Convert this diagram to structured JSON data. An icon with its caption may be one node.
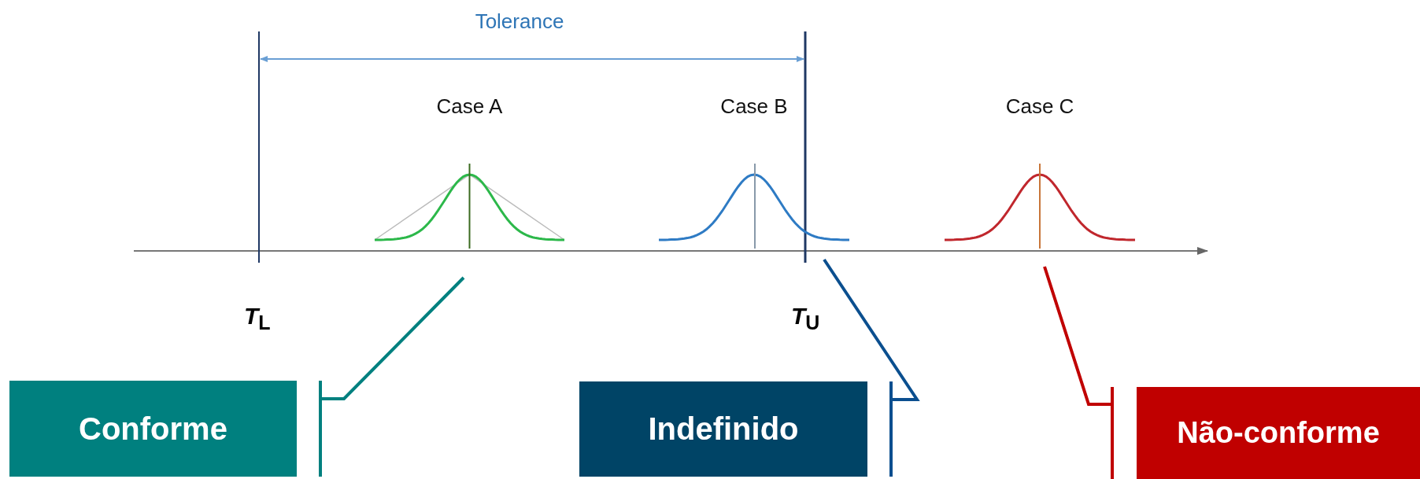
{
  "diagram": {
    "nodes": [
      {
        "text": [
          "Case A"
        ]
      },
      {
        "text": [
          "Case B"
        ]
      },
      {
        "text": [
          "Case C"
        ]
      },
      {
        "text": [
          "Conforme"
        ]
      },
      {
        "text": [
          "Indefinido"
        ]
      },
      {
        "text": [
          "Não-conforme"
        ]
      }
    ],
    "edges": [
      {
        "from": 3,
        "to": 0,
        "arrow": "none",
        "color": "#00807f"
      },
      {
        "from": 4,
        "to": 1,
        "arrow": "none",
        "color": "#0b4f8f"
      },
      {
        "from": 5,
        "to": 2,
        "arrow": "none",
        "color": "#c00000"
      }
    ],
    "labels": [
      "Tolerance",
      "*T*$_{L}$",
      "*T*$_{U}$"
    ]
  }
}
